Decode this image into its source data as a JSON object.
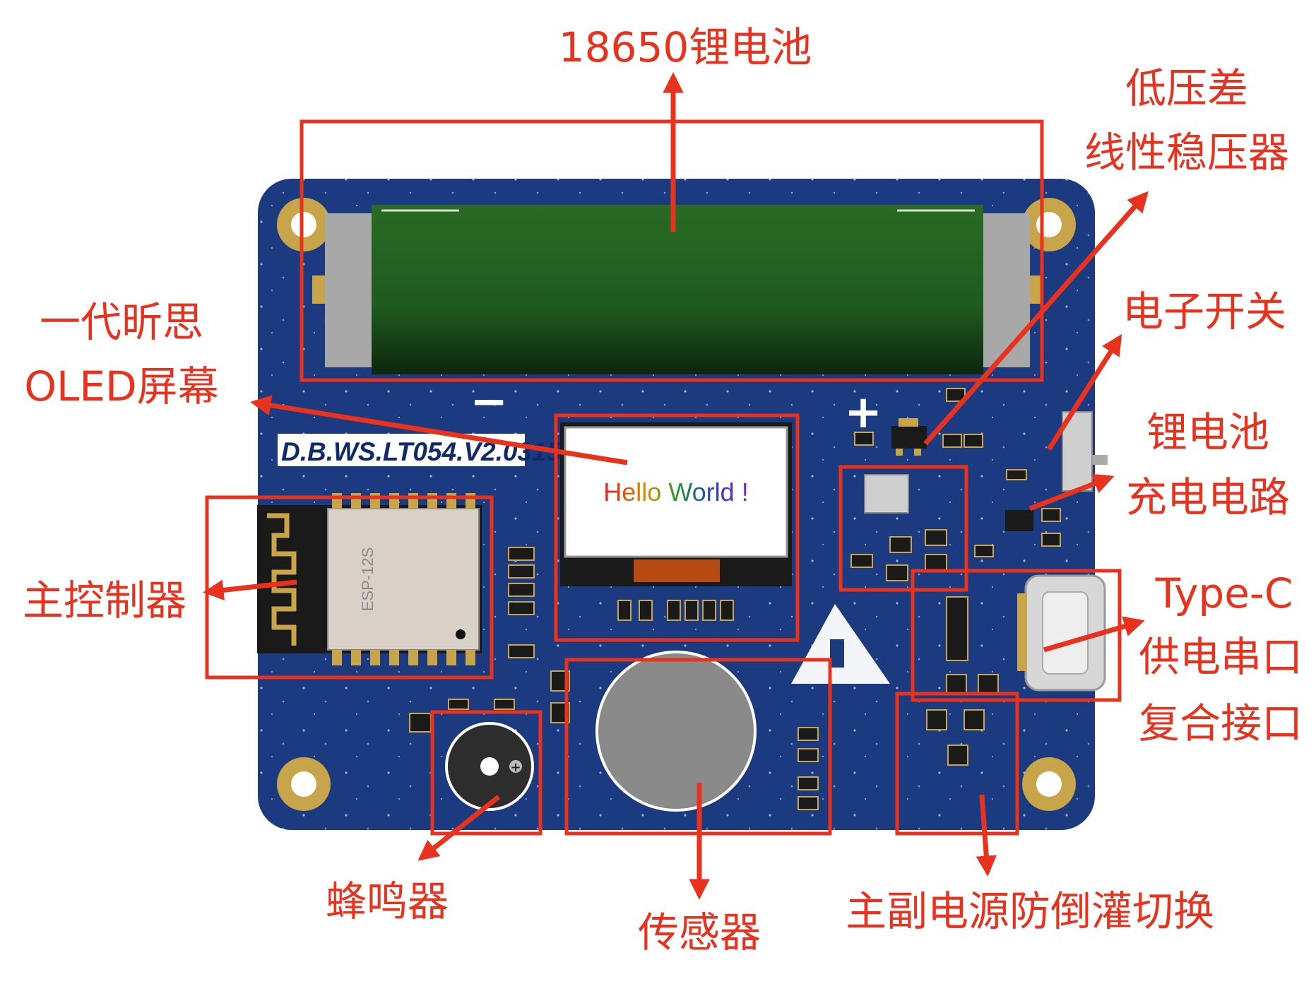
{
  "colors": {
    "annotation": "#e8321e",
    "pcb": "#1b3a7f",
    "battery": "#1f5a1f",
    "pad": "#c8a54a"
  },
  "board": {
    "version_silkscreen": "D.B.WS.LT054.V2.031524",
    "module_label": "ESP-12S",
    "plus_marker": "+",
    "minus_marker": "−",
    "oled_text": {
      "hello": "Hello",
      "world": "World",
      "exclaim": "!"
    }
  },
  "callouts": {
    "battery": "18650锂电池",
    "ldo_line1": "低压差",
    "ldo_line2": "线性稳压器",
    "switch": "电子开关",
    "charger_line1": "锂电池",
    "charger_line2": "充电电路",
    "oled_line1": "一代昕思",
    "oled_line2": "OLED屏幕",
    "controller": "主控制器",
    "usb_line1": "Type-C",
    "usb_line2": "供电串口",
    "usb_line3": "复合接口",
    "buzzer": "蜂鸣器",
    "sensor": "传感器",
    "power_switchover": "主副电源防倒灌切换"
  }
}
